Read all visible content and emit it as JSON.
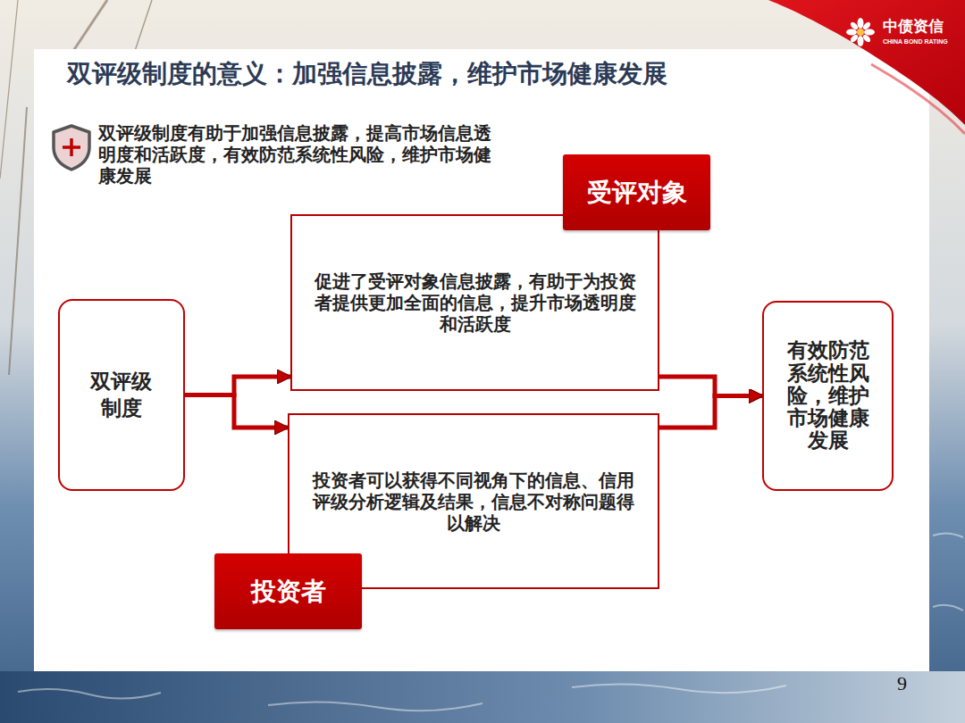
{
  "diagram": {
    "title": "双评级制度的意义：加强信息披露，维护市场健康发展",
    "nodes": [
      {
        "text": [
          "双评级 制度"
        ]
      },
      {
        "text": [
          "受评对象"
        ]
      },
      {
        "text": [
          "促进了受评对象信息披露，有助于为投资者提供更加全面的信息，提升市场透明度和活跃度"
        ]
      },
      {
        "text": [
          "投资者可以获得不同视角下的信息、信用评级分析逻辑及结果，信息不对称问题得以解决"
        ]
      },
      {
        "text": [
          "投资者"
        ]
      },
      {
        "text": [
          "有效防范系统性风险，维护市场健康发展"
        ]
      }
    ],
    "edges": [
      {
        "from": 0,
        "to": 2,
        "arrow": "to"
      },
      {
        "from": 0,
        "to": 3,
        "arrow": "to"
      },
      {
        "from": 2,
        "to": 5,
        "arrow": "to"
      },
      {
        "from": 3,
        "to": 5,
        "arrow": "to"
      }
    ],
    "labels": [
      "中债资信",
      "CHINA BOND RATING",
      "双评级制度有助于加强信息披露，提高市场信息透明度和活跃度，有效防范系统性风险，维护市场健康发展",
      "9"
    ]
  }
}
